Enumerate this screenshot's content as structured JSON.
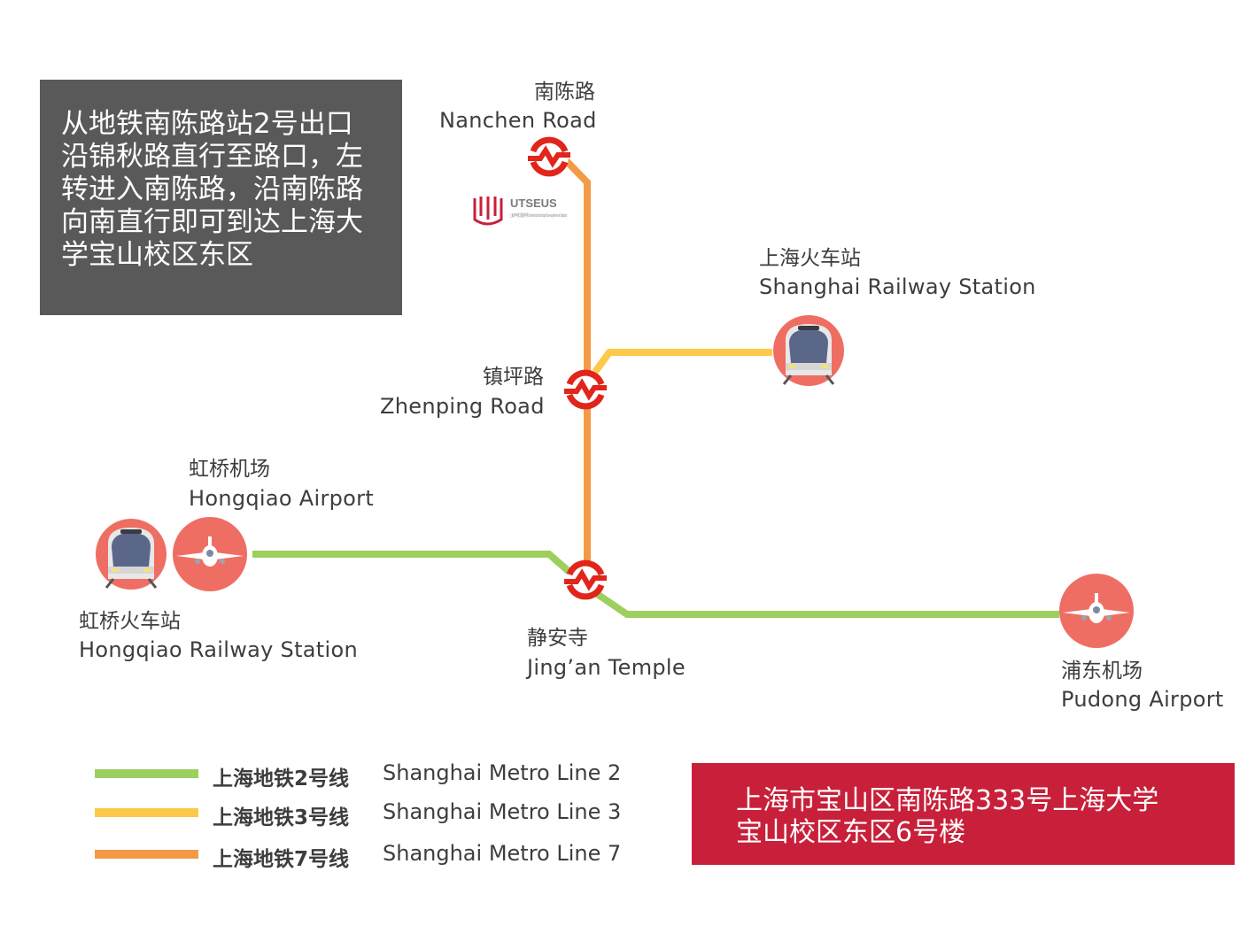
{
  "directions": "从地铁南陈路站2号出口\n沿锦秋路直行至路口，左\n转进入南陈路，沿南陈路\n向南直行即可到达上海大\n学宝山校区东区",
  "address": "上海市宝山区南陈路333号上海大学\n宝山校区东区6号楼",
  "logo": {
    "name": "UTSEUS",
    "subtitle": "上海大学中欧工程技术学院 Université de technologie Sino-européenne de Shanghai"
  },
  "stations": {
    "nanchen": {
      "zh": "南陈路",
      "en": "Nanchen Road"
    },
    "shanghai_rail": {
      "zh": "上海火车站",
      "en": "Shanghai Railway Station"
    },
    "zhenping": {
      "zh": "镇坪路",
      "en": "Zhenping Road"
    },
    "hongqiao_airport": {
      "zh": "虹桥机场",
      "en": "Hongqiao Airport"
    },
    "hongqiao_rail": {
      "zh": "虹桥火车站",
      "en": "Hongqiao Railway Station"
    },
    "jingan": {
      "zh": "静安寺",
      "en": "Jing’an Temple"
    },
    "pudong": {
      "zh": "浦东机场",
      "en": "Pudong Airport"
    }
  },
  "legend": [
    {
      "zh": "上海地铁2号线",
      "en": "Shanghai Metro Line 2",
      "color": "#9dcf5e"
    },
    {
      "zh": "上海地铁3号线",
      "en": "Shanghai Metro Line 3",
      "color": "#fcc94a"
    },
    {
      "zh": "上海地铁7号线",
      "en": "Shanghai Metro Line 7",
      "color": "#f39a46"
    }
  ],
  "colors": {
    "line2": "#9dcf5e",
    "line3": "#fcc94a",
    "line7": "#f39a46",
    "metro_logo": "#e1251b",
    "circle": "#ef6e63",
    "directions_bg": "#595959",
    "address_bg": "#c8203a"
  },
  "icons": [
    "metro-logo-icon",
    "train-icon",
    "airplane-icon"
  ]
}
